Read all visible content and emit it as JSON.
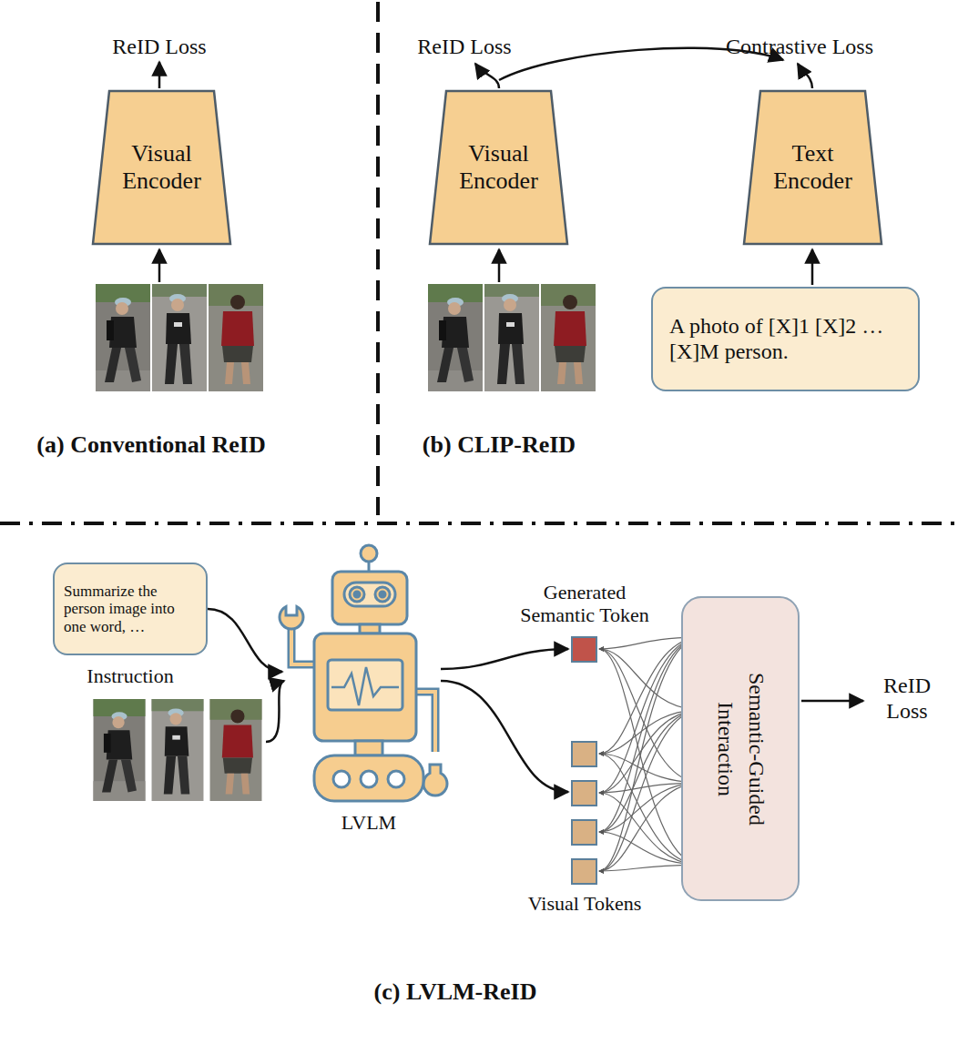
{
  "diagram": {
    "nodes": [
      {
        "text": [
          "Visual Encoder"
        ]
      },
      {
        "text": [
          "Visual Encoder"
        ]
      },
      {
        "text": [
          "Text Encoder"
        ]
      },
      {
        "text": [
          "A photo of [X]1 [X]2 … [X]M person."
        ]
      },
      {
        "text": [
          "Summarize the person image into one word, …"
        ]
      },
      {
        "text": [
          "LVLM"
        ]
      },
      {
        "text": [
          "Semantic-Guided Interaction"
        ]
      }
    ],
    "edges": [
      {
        "from": 4,
        "to": 5,
        "arrow": "to"
      }
    ],
    "labels": [
      "ReID Loss",
      "(a) Conventional ReID",
      "ReID Loss",
      "Contrastive Loss",
      "(b) CLIP-ReID",
      "Instruction",
      "Generated Semantic Token",
      "Visual Tokens",
      "ReID Loss",
      "(c) LVLM-ReID"
    ]
  }
}
